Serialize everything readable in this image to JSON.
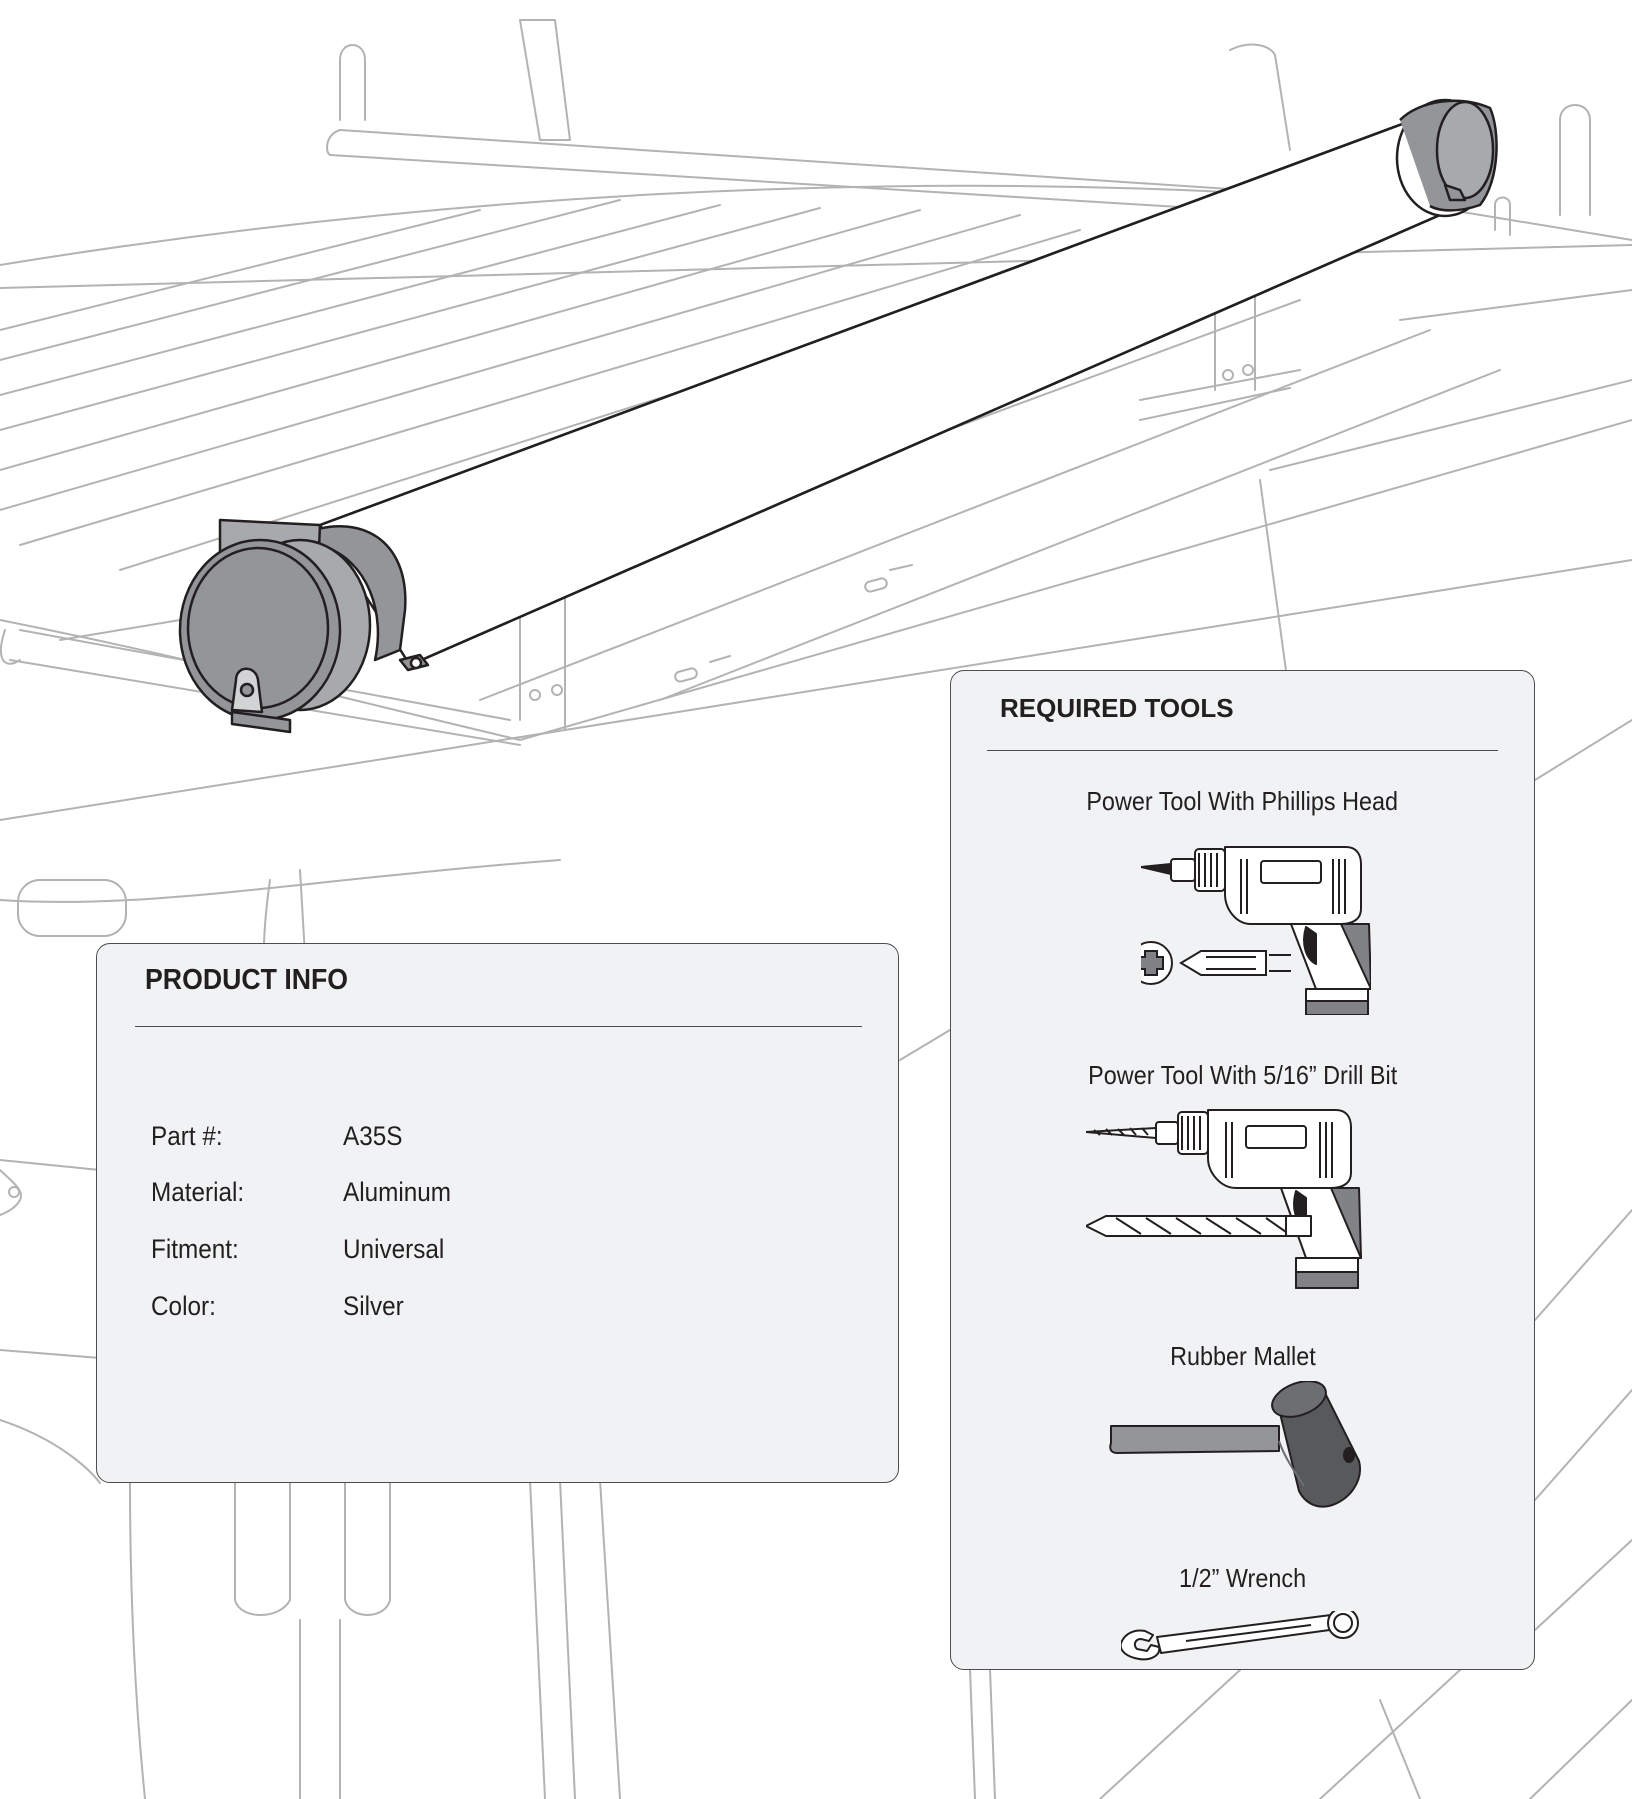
{
  "product_info": {
    "title": "PRODUCT INFO",
    "rows": [
      {
        "label": "Part #:",
        "value": "A35S"
      },
      {
        "label": "Material:",
        "value": "Aluminum"
      },
      {
        "label": "Fitment:",
        "value": "Universal"
      },
      {
        "label": "Color:",
        "value": "Silver"
      }
    ]
  },
  "required_tools": {
    "title": "REQUIRED TOOLS",
    "tools": [
      {
        "label": "Power Tool With Phillips Head",
        "icon": "drill-phillips-icon"
      },
      {
        "label": "Power Tool With 5/16” Drill Bit",
        "icon": "drill-bit-icon"
      },
      {
        "label": "Rubber Mallet",
        "icon": "rubber-mallet-icon"
      },
      {
        "label": "1/2” Wrench",
        "icon": "wrench-icon"
      }
    ]
  },
  "colors": {
    "card_background": "#f1f2f4",
    "card_border": "#4d4d4f",
    "line_art": "#b3b3b3",
    "cap_gray": "#939598",
    "text": "#231f20"
  }
}
